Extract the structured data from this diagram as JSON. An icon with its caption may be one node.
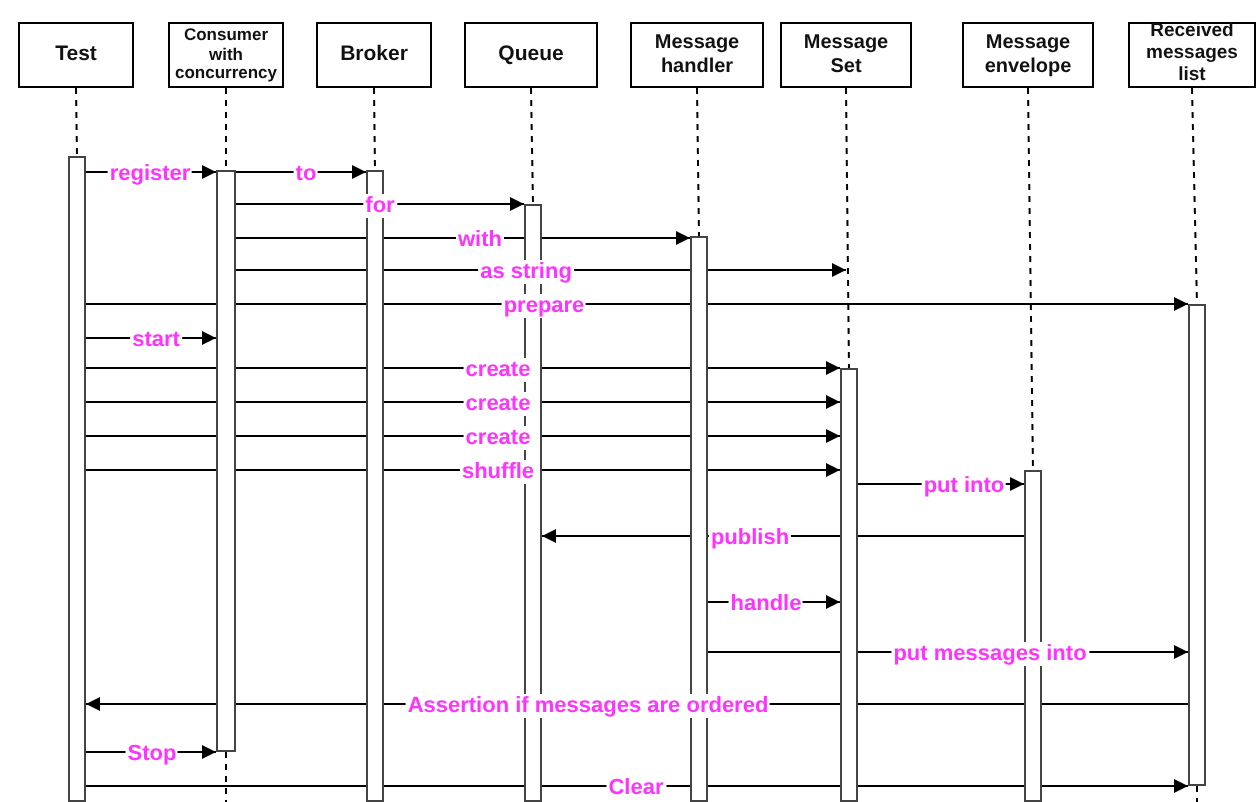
{
  "diagram": {
    "nodes": [
      {
        "text": [
          "Test"
        ]
      },
      {
        "text": [
          "Consumer with concurrency"
        ]
      },
      {
        "text": [
          "Broker"
        ]
      },
      {
        "text": [
          "Queue"
        ]
      },
      {
        "text": [
          "Message handler"
        ]
      },
      {
        "text": [
          "Message Set"
        ]
      },
      {
        "text": [
          "Message envelope"
        ]
      },
      {
        "text": [
          "Received messages list"
        ]
      },
      {
        "text": [],
        "shape": "bar"
      },
      {
        "text": [],
        "shape": "bar"
      },
      {
        "text": [],
        "shape": "bar"
      },
      {
        "text": [],
        "shape": "bar"
      },
      {
        "text": [],
        "shape": "bar"
      },
      {
        "text": [],
        "shape": "bar"
      },
      {
        "text": [],
        "shape": "bar"
      },
      {
        "text": [],
        "shape": "bar"
      }
    ],
    "edges": [
      {
        "from": 8,
        "to": 9,
        "arrow": "to",
        "label": "register"
      },
      {
        "from": 9,
        "to": 10,
        "arrow": "to",
        "label": "to"
      },
      {
        "from": 9,
        "to": 11,
        "arrow": "to",
        "label": "for"
      },
      {
        "from": 9,
        "to": 12,
        "arrow": "to",
        "label": "with"
      },
      {
        "from": 9,
        "to": null,
        "arrow": "to",
        "label": "as string"
      },
      {
        "from": 8,
        "to": 15,
        "arrow": "to",
        "label": "prepare"
      },
      {
        "from": 8,
        "to": 9,
        "arrow": "to",
        "label": "start"
      },
      {
        "from": 8,
        "to": 13,
        "arrow": "to",
        "label": "create"
      },
      {
        "from": 8,
        "to": 13,
        "arrow": "to",
        "label": "create"
      },
      {
        "from": 8,
        "to": 13,
        "arrow": "to",
        "label": "create"
      },
      {
        "from": 8,
        "to": 13,
        "arrow": "to",
        "label": "shuffle"
      },
      {
        "from": 13,
        "to": 14,
        "arrow": "to",
        "label": "put into"
      },
      {
        "from": 14,
        "to": 11,
        "arrow": "to",
        "label": "publish"
      },
      {
        "from": 12,
        "to": 13,
        "arrow": "to",
        "label": "handle"
      },
      {
        "from": 12,
        "to": 15,
        "arrow": "to",
        "label": "put messages into"
      },
      {
        "from": 15,
        "to": 8,
        "arrow": "to",
        "label": "Assertion if messages are ordered"
      },
      {
        "from": 8,
        "to": 9,
        "arrow": "to",
        "label": "Stop"
      },
      {
        "from": 8,
        "to": 15,
        "arrow": "to",
        "label": "Clear"
      },
      {
        "from": 0,
        "to": 8,
        "arrow": "none",
        "style": "dashed"
      },
      {
        "from": 1,
        "to": 9,
        "arrow": "none",
        "style": "dashed"
      },
      {
        "from": 2,
        "to": 10,
        "arrow": "none",
        "style": "dashed"
      },
      {
        "from": 3,
        "to": 11,
        "arrow": "none",
        "style": "dashed"
      },
      {
        "from": 4,
        "to": 12,
        "arrow": "none",
        "style": "dashed"
      },
      {
        "from": 5,
        "to": 13,
        "arrow": "none",
        "style": "dashed"
      },
      {
        "from": 6,
        "to": 14,
        "arrow": "none",
        "style": "dashed"
      },
      {
        "from": 7,
        "to": 15,
        "arrow": "none",
        "style": "dashed"
      },
      {
        "from": 9,
        "to": null,
        "arrow": "none",
        "style": "dashed"
      },
      {
        "from": 15,
        "to": null,
        "arrow": "none",
        "style": "dashed"
      }
    ]
  }
}
